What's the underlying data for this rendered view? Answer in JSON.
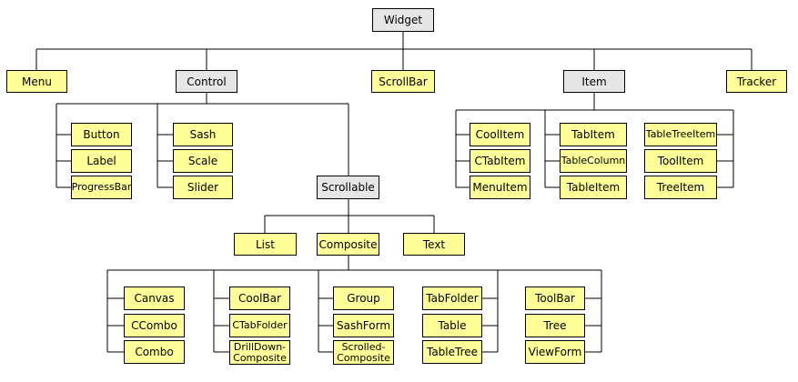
{
  "colors": {
    "concrete": "#ffff99",
    "abstract": "#e6e6e6",
    "line": "#000000"
  },
  "nodes": {
    "widget": "Widget",
    "menu": "Menu",
    "control": "Control",
    "scrollbar": "ScrollBar",
    "item": "Item",
    "tracker": "Tracker",
    "button": "Button",
    "label": "Label",
    "progressbar": "ProgressBar",
    "sash": "Sash",
    "scale": "Scale",
    "slider": "Slider",
    "scrollable": "Scrollable",
    "list": "List",
    "composite": "Composite",
    "text": "Text",
    "coolitem": "CoolItem",
    "ctabitem": "CTabItem",
    "menuitem": "MenuItem",
    "tabitem": "TabItem",
    "tablecolumn": "TableColumn",
    "tableitem": "TableItem",
    "tabletreeitem": "TableTreeItem",
    "toolitem": "ToolItem",
    "treeitem": "TreeItem",
    "canvas": "Canvas",
    "ccombo": "CCombo",
    "combo": "Combo",
    "coolbar": "CoolBar",
    "ctabfolder": "CTabFolder",
    "drilldowncomposite": "DrillDown-\nComposite",
    "group": "Group",
    "sashform": "SashForm",
    "scrolledcomposite": "Scrolled-\nComposite",
    "tabfolder": "TabFolder",
    "table": "Table",
    "tabletree": "TableTree",
    "toolbar": "ToolBar",
    "tree": "Tree",
    "viewform": "ViewForm"
  }
}
